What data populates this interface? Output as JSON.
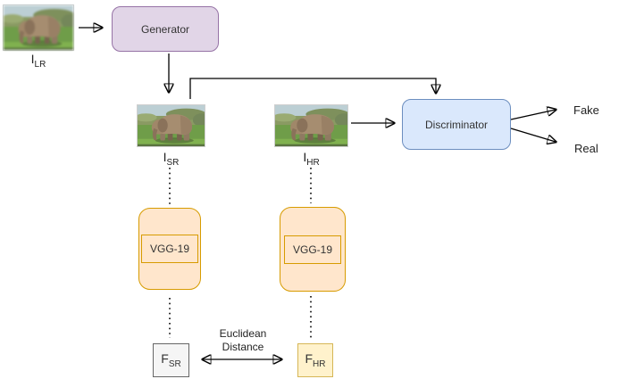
{
  "diagram": {
    "nodes": {
      "ilr": {
        "base": "I",
        "sub": "LR"
      },
      "generator": {
        "label": "Generator"
      },
      "isr": {
        "base": "I",
        "sub": "SR"
      },
      "ihr": {
        "base": "I",
        "sub": "HR"
      },
      "discriminator": {
        "label": "Discriminator"
      },
      "vgg_left": {
        "label": "VGG-19"
      },
      "vgg_right": {
        "label": "VGG-19"
      },
      "fsr": {
        "base": "F",
        "sub": "SR"
      },
      "fhr": {
        "base": "F",
        "sub": "HR"
      }
    },
    "outputs": {
      "fake": "Fake",
      "real": "Real"
    },
    "euclidean": {
      "line1": "Euclidean",
      "line2": "Distance"
    },
    "icons": {
      "ilr_image": "low-resolution-elephant-photo",
      "isr_image": "super-resolved-elephant-photo",
      "ihr_image": "high-resolution-elephant-photo"
    },
    "colors": {
      "generator_fill": "#E1D5E7",
      "generator_border": "#9673A6",
      "discriminator_fill": "#DAE8FC",
      "discriminator_border": "#6C8EBF",
      "vgg_fill": "#FFE6CC",
      "vgg_border": "#D79B00",
      "fsr_fill": "#F5F5F5",
      "fsr_border": "#666666",
      "fhr_fill": "#FFF2CC",
      "fhr_border": "#D6B656",
      "connector": "#000000",
      "text": "#333333",
      "background": "#ffffff"
    }
  }
}
